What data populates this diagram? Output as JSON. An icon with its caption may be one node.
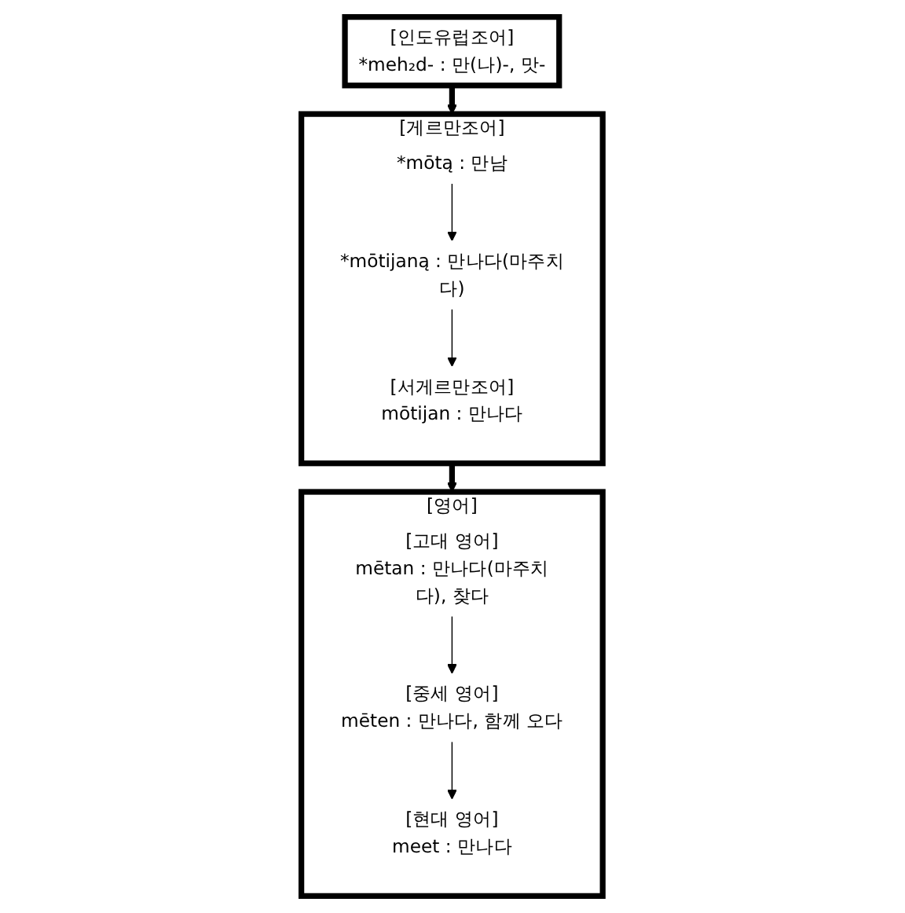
{
  "diagram": {
    "nodes": [
      {
        "text": [
          "[인도유럽조어]",
          "*meh₂d- : 만(나)-, 맛-"
        ]
      },
      {
        "text": [
          "[게르만조어]"
        ]
      },
      {
        "text": [
          "*mōtą : 만남"
        ],
        "in": 1
      },
      {
        "text": [
          "*mōtijaną : 만나다(마주치다)"
        ],
        "in": 1
      },
      {
        "text": [
          "[서게르만조어]",
          "mōtijan : 만나다"
        ],
        "in": 1
      },
      {
        "text": [
          "[영어]"
        ]
      },
      {
        "text": [
          "[고대 영어]",
          "mētan : 만나다(마주치다), 찾다"
        ],
        "in": 5
      },
      {
        "text": [
          "[중세 영어]",
          "mēten : 만나다, 함께 오다"
        ],
        "in": 5
      },
      {
        "text": [
          "[현대 영어]",
          "meet : 만나다"
        ],
        "in": 5
      }
    ],
    "edges": [
      {
        "from": 0,
        "to": 1,
        "arrow": "to",
        "style": "thick"
      },
      {
        "from": 2,
        "to": 3,
        "arrow": "to"
      },
      {
        "from": 3,
        "to": 4,
        "arrow": "to"
      },
      {
        "from": 1,
        "to": 5,
        "arrow": "to",
        "style": "thick"
      },
      {
        "from": 6,
        "to": 7,
        "arrow": "to"
      },
      {
        "from": 7,
        "to": 8,
        "arrow": "to"
      }
    ]
  }
}
